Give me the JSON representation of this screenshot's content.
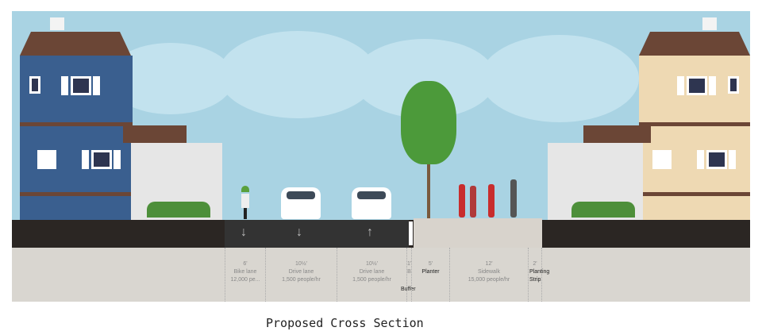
{
  "caption": "Proposed Cross Section",
  "segments": [
    {
      "width": "6'",
      "name": "Bike lane",
      "capacity": "12,000 pe..."
    },
    {
      "width": "10½'",
      "name": "Drive lane",
      "capacity": "1,500 people/hr"
    },
    {
      "width": "10½'",
      "name": "Drive lane",
      "capacity": "1,500 people/hr"
    },
    {
      "width": "1'",
      "name": "B",
      "extra": "Buffer"
    },
    {
      "width": "5'",
      "name": "Planter"
    },
    {
      "width": "12'",
      "name": "Sidewalk",
      "capacity": "15,000 people/hr"
    },
    {
      "width": "2'",
      "name": "Planting Strip"
    }
  ],
  "arrows": {
    "down": "↓",
    "up": "↑"
  },
  "colors": {
    "sky": "#a9d3e3",
    "ground": "#2b2623",
    "band": "#d9d6d0",
    "blue_house": "#3a5f8f",
    "beige_house": "#eed9b3",
    "roof": "#6b4636"
  }
}
